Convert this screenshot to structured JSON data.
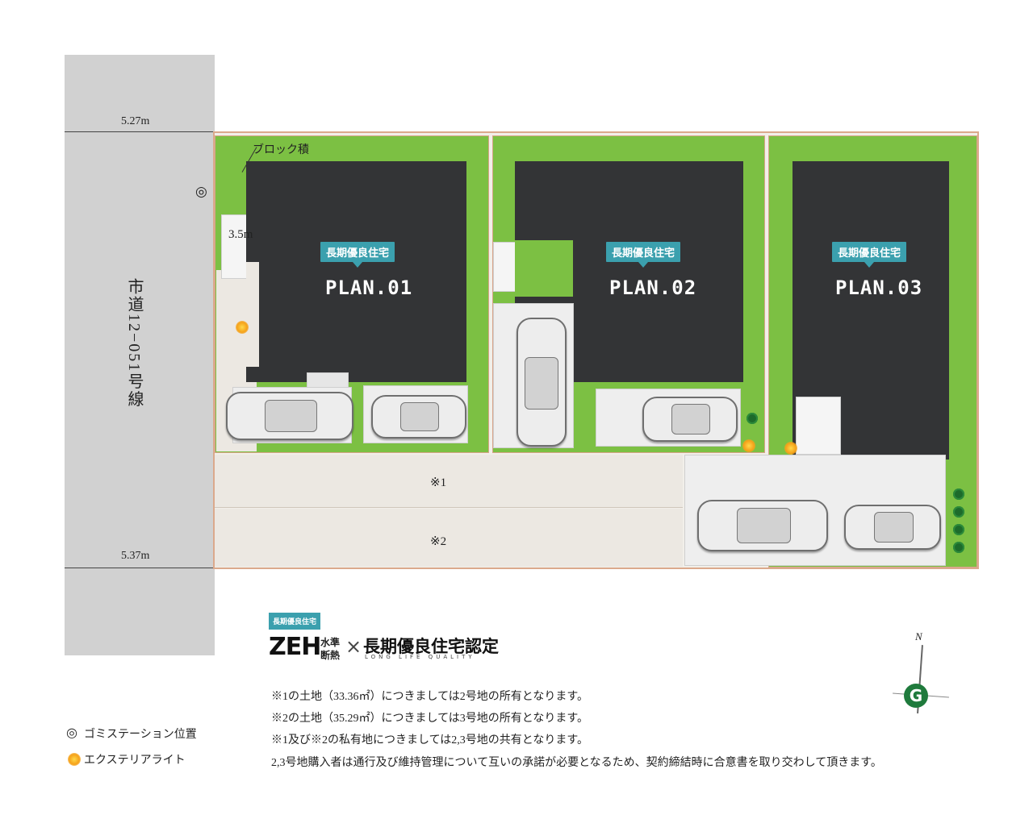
{
  "road": {
    "name": "市道12−051号線",
    "top_width": "5.27m",
    "bottom_width": "5.37m"
  },
  "labels": {
    "block_wall": "ブロック積",
    "width_3_5": "3.5m",
    "private_1": "※1",
    "private_2": "※2"
  },
  "lots": [
    {
      "badge": "長期優良住宅",
      "plan": "PLAN.01"
    },
    {
      "badge": "長期優良住宅",
      "plan": "PLAN.02"
    },
    {
      "badge": "長期優良住宅",
      "plan": "PLAN.03"
    }
  ],
  "logo": {
    "badge": "長期優良住宅",
    "zeh": "ZEH",
    "zeh_sub1": "水準",
    "zeh_sub2": "断熱",
    "times": "×",
    "title": "長期優良住宅認定",
    "sub": "LONG LIFE QUALITY"
  },
  "compass": {
    "north": "N"
  },
  "notes": [
    "※1の土地（33.36㎡）につきましては2号地の所有となります。",
    "※2の土地（35.29㎡）につきましては3号地の所有となります。",
    "※1及び※2の私有地につきましては2,3号地の共有となります。",
    "2,3号地購入者は通行及び維持管理について互いの承諾が必要となるため、契約締結時に合意書を取り交わして頂きます。"
  ],
  "legend": [
    {
      "icon": "◎",
      "label": "ゴミステーション位置"
    },
    {
      "icon": "light",
      "label": "エクステリアライト"
    }
  ],
  "colors": {
    "grass": "#7cc043",
    "house": "#333436",
    "badge": "#3ba0ae",
    "road": "#d1d1d1",
    "border": "#e2b59a"
  }
}
